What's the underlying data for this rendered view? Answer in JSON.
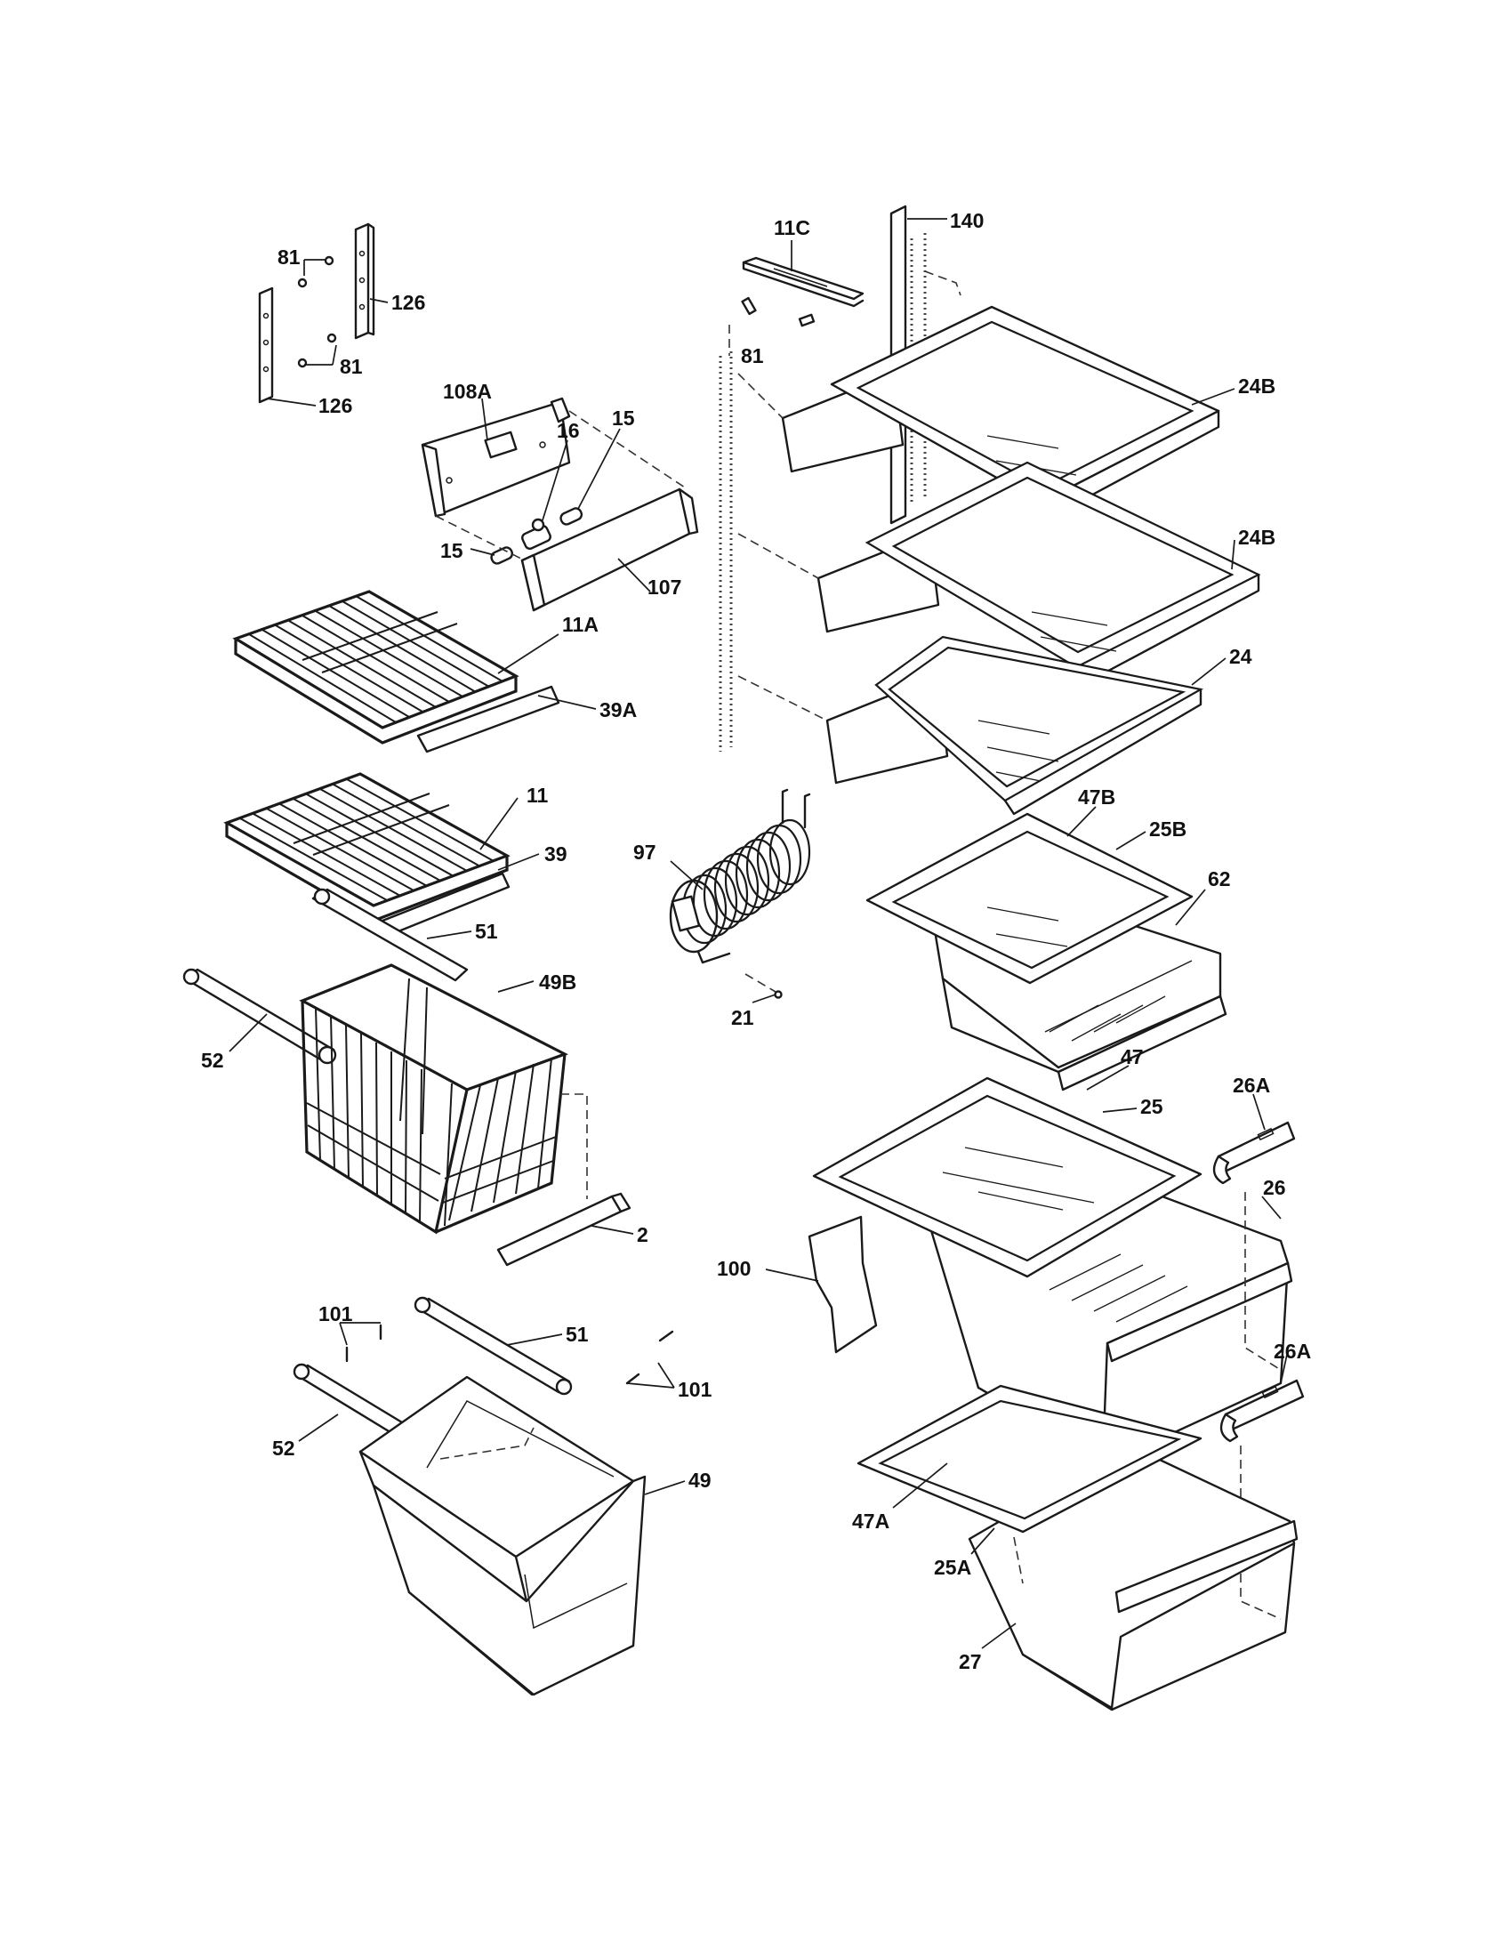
{
  "diagram": {
    "callouts": [
      "81",
      "81",
      "126",
      "126",
      "108A",
      "16",
      "15",
      "15",
      "107",
      "11A",
      "39A",
      "11",
      "39",
      "51",
      "49B",
      "52",
      "2",
      "101",
      "51",
      "101",
      "52",
      "49",
      "11C",
      "140",
      "81",
      "24B",
      "24B",
      "24",
      "97",
      "21",
      "47B",
      "25B",
      "62",
      "47",
      "25",
      "26A",
      "26",
      "100",
      "26A",
      "47A",
      "25A",
      "27"
    ]
  }
}
